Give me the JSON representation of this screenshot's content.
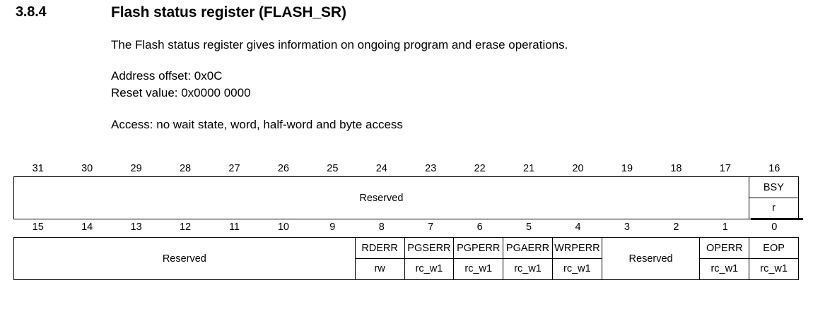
{
  "heading": {
    "number": "3.8.4",
    "title": "Flash status register (FLASH_SR)"
  },
  "body": {
    "description": "The Flash status register gives information on ongoing program and erase operations.",
    "address_offset": "Address offset: 0x0C",
    "reset_value": "Reset value: 0x0000 0000",
    "access": "Access: no wait state, word, half-word and byte access"
  },
  "register": {
    "high_word": {
      "bit_numbers": [
        "31",
        "30",
        "29",
        "28",
        "27",
        "26",
        "25",
        "24",
        "23",
        "22",
        "21",
        "20",
        "19",
        "18",
        "17",
        "16"
      ],
      "fields": [
        {
          "name": "Reserved",
          "access": "",
          "span": 15,
          "merged": true
        },
        {
          "name": "BSY",
          "access": "r",
          "span": 1,
          "merged": false
        }
      ]
    },
    "low_word": {
      "bit_numbers": [
        "15",
        "14",
        "13",
        "12",
        "11",
        "10",
        "9",
        "8",
        "7",
        "6",
        "5",
        "4",
        "3",
        "2",
        "1",
        "0"
      ],
      "fields": [
        {
          "name": "Reserved",
          "access": "",
          "span": 7,
          "merged": true
        },
        {
          "name": "RDERR",
          "access": "rw",
          "span": 1,
          "merged": false
        },
        {
          "name": "PGSERR",
          "access": "rc_w1",
          "span": 1,
          "merged": false
        },
        {
          "name": "PGPERR",
          "access": "rc_w1",
          "span": 1,
          "merged": false
        },
        {
          "name": "PGAERR",
          "access": "rc_w1",
          "span": 1,
          "merged": false
        },
        {
          "name": "WRPERR",
          "access": "rc_w1",
          "span": 1,
          "merged": false
        },
        {
          "name": "Reserved",
          "access": "",
          "span": 2,
          "merged": true
        },
        {
          "name": "OPERR",
          "access": "rc_w1",
          "span": 1,
          "merged": false
        },
        {
          "name": "EOP",
          "access": "rc_w1",
          "span": 1,
          "merged": false
        }
      ]
    }
  }
}
